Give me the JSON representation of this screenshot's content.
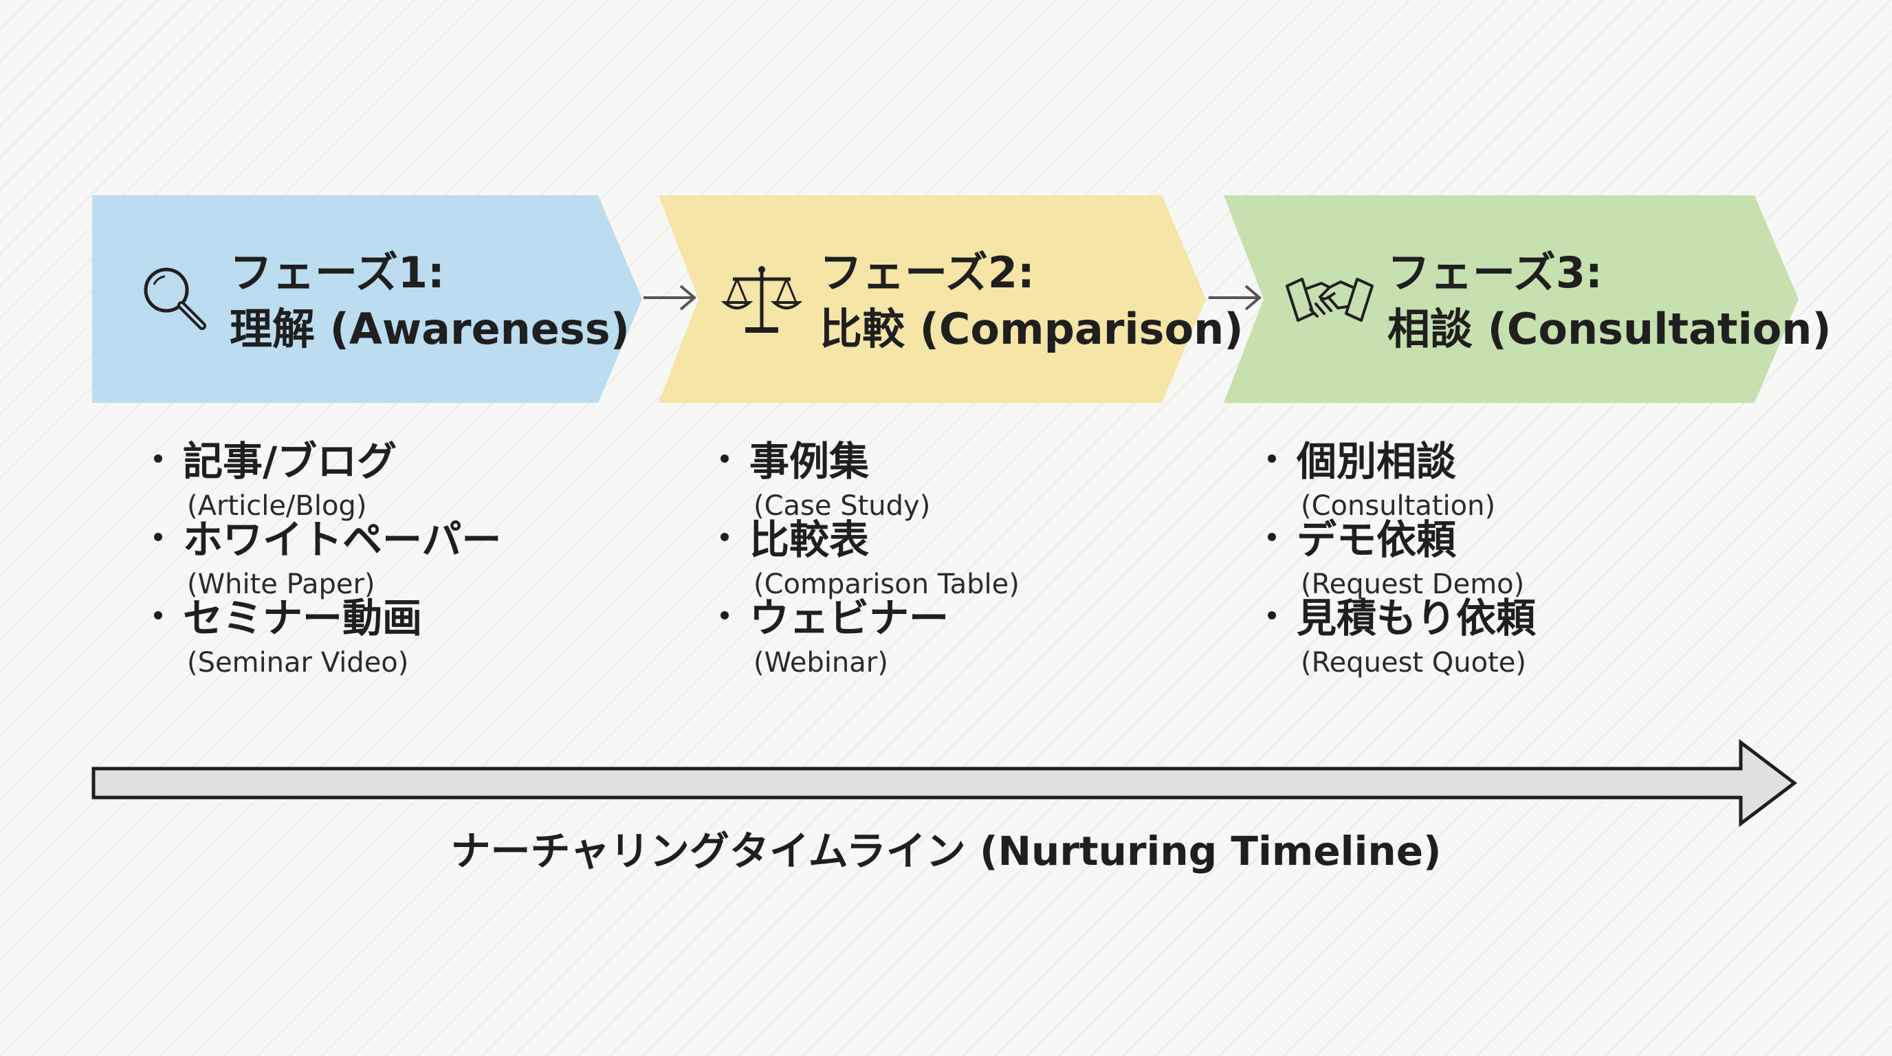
{
  "colors": {
    "phase1": "#bcdcf0",
    "phase2": "#f5e5a6",
    "phase3": "#c6e0b0",
    "arrow_fill": "#e1e1e1",
    "stroke": "#1f1f1f"
  },
  "phases": [
    {
      "icon": "magnifier-icon",
      "title_line1": "フェーズ1:",
      "title_line2": "理解 (Awareness)",
      "items": [
        {
          "jp": "記事/ブログ",
          "en": "(Article/Blog)"
        },
        {
          "jp": "ホワイトペーパー",
          "en": "(White Paper)"
        },
        {
          "jp": "セミナー動画",
          "en": "(Seminar Video)"
        }
      ]
    },
    {
      "icon": "balance-scale-icon",
      "title_line1": "フェーズ2:",
      "title_line2": "比較 (Comparison)",
      "items": [
        {
          "jp": "事例集",
          "en": "(Case Study)"
        },
        {
          "jp": "比較表",
          "en": "(Comparison Table)"
        },
        {
          "jp": "ウェビナー",
          "en": "(Webinar)"
        }
      ]
    },
    {
      "icon": "handshake-icon",
      "title_line1": "フェーズ3:",
      "title_line2": "相談 (Consultation)",
      "items": [
        {
          "jp": "個別相談",
          "en": "(Consultation)"
        },
        {
          "jp": "デモ依頼",
          "en": "(Request Demo)"
        },
        {
          "jp": "見積もり依頼",
          "en": "(Request Quote)"
        }
      ]
    }
  ],
  "timeline": {
    "label": "ナーチャリングタイムライン (Nurturing Timeline)"
  }
}
